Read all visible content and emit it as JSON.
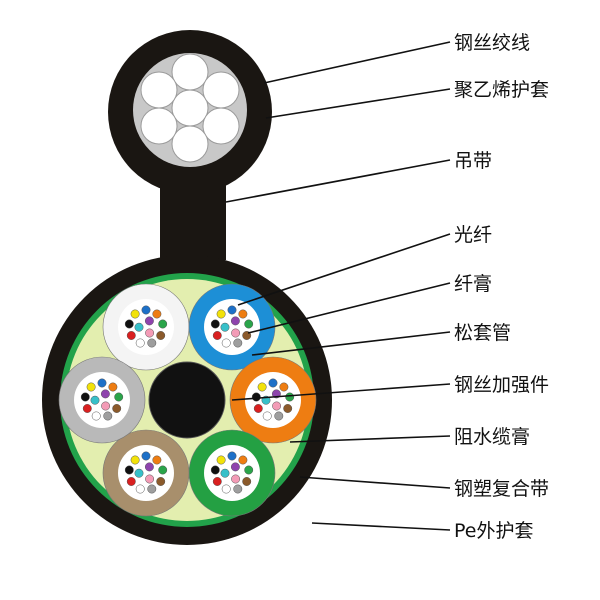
{
  "labels": {
    "steel_strand": "钢丝绞线",
    "pe_sheath_messenger": "聚乙烯护套",
    "suspension_web": "吊带",
    "optical_fiber": "光纤",
    "fiber_gel": "纤膏",
    "loose_tube": "松套管",
    "steel_strength_member": "钢丝加强件",
    "water_blocking_compound": "阻水缆膏",
    "steel_plastic_tape": "钢塑复合带",
    "pe_outer_sheath": "Pe外护套"
  },
  "colors": {
    "sheath": "#1a1612",
    "tape": "#22a24a",
    "compound": "#e3eeaf",
    "tube_white": "#f4f4f4",
    "tube_blue": "#1d8fd6",
    "tube_orange": "#ee7d12",
    "tube_gray": "#b9b9b9",
    "tube_brown": "#a88f6c",
    "tube_green": "#24a043",
    "strand_bg": "#c8c8c8",
    "wire": "#ffffff"
  },
  "fiber_colors": [
    "#1d70c8",
    "#ee7d12",
    "#2aa44a",
    "#8b5a2b",
    "#9e9e9e",
    "#ffffff",
    "#d92020",
    "#111111",
    "#f2e20a",
    "#8e44ad",
    "#f39bb6",
    "#37c0c9"
  ]
}
